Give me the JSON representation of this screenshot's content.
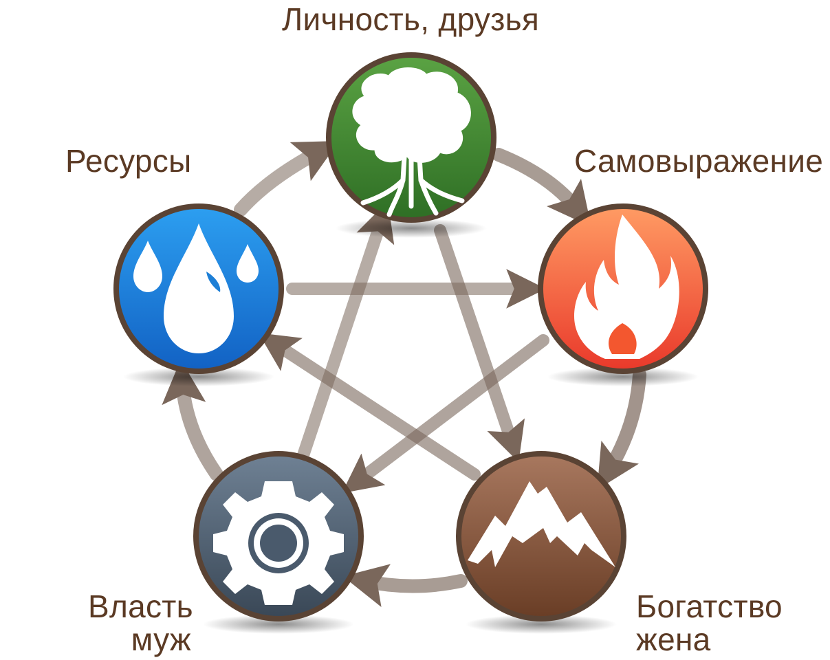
{
  "elements": [
    {
      "key": "wood",
      "label": "Личность, друзья",
      "icon": "tree-icon"
    },
    {
      "key": "fire",
      "label": "Самовыражение",
      "icon": "flame-icon"
    },
    {
      "key": "earth",
      "label_line1": "Богатство",
      "label_line2": "жена",
      "icon": "mountain-icon"
    },
    {
      "key": "metal",
      "label_line1": "Власть",
      "label_line2": "муж",
      "icon": "gear-icon"
    },
    {
      "key": "water",
      "label": "Ресурсы",
      "icon": "water-drops-icon"
    }
  ],
  "cycles": {
    "generating": [
      "wood",
      "fire",
      "earth",
      "metal",
      "water",
      "wood"
    ],
    "controlling": [
      [
        "wood",
        "earth"
      ],
      [
        "earth",
        "water"
      ],
      [
        "water",
        "fire"
      ],
      [
        "fire",
        "metal"
      ],
      [
        "metal",
        "wood"
      ]
    ]
  },
  "colors": {
    "label_text": "#5b3a24",
    "arrow": "#7a675b",
    "wood": "#3f8a2f",
    "fire": "#f5603a",
    "earth": "#7d4f33",
    "metal": "#46576a",
    "water": "#1f86de",
    "ring": "#5a4334"
  }
}
